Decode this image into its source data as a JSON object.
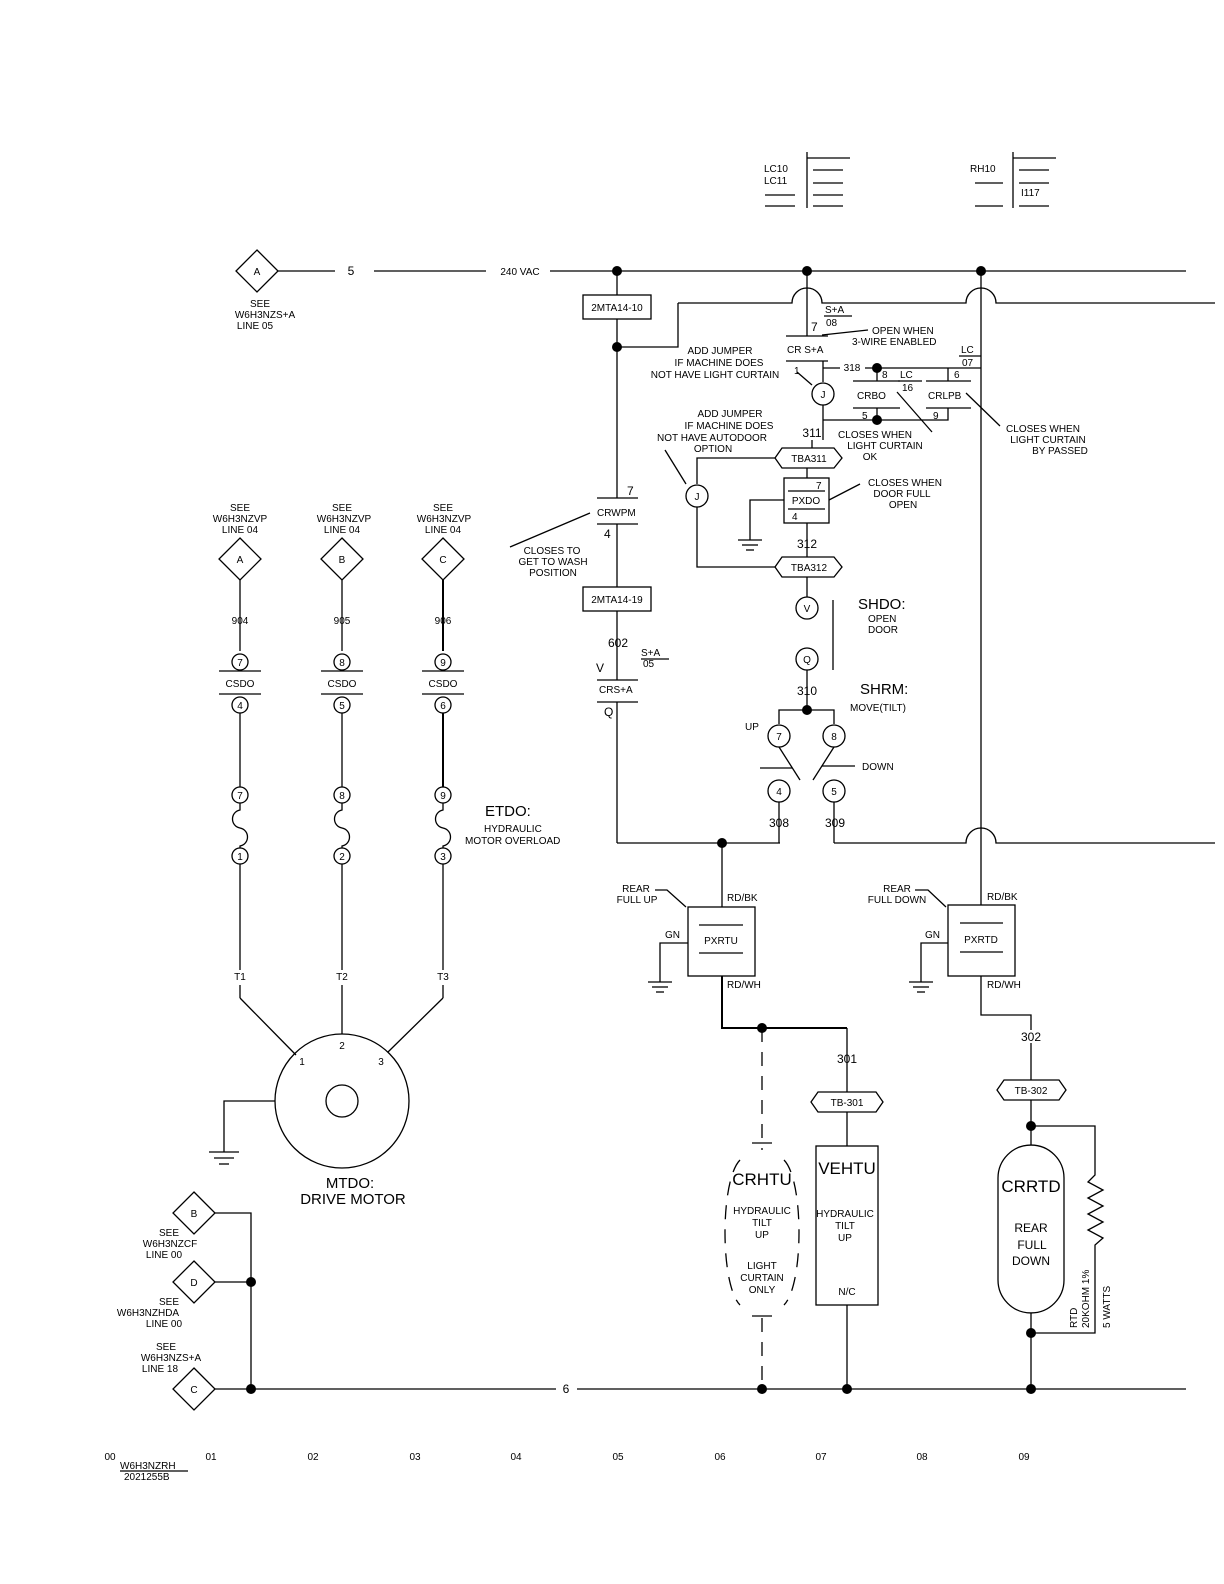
{
  "bus": {
    "top_offpage": "A",
    "top_wire": "5",
    "voltage": "240 VAC",
    "bottom_wire": "6"
  },
  "refs": {
    "ref_a_top": [
      "SEE",
      "W6H3NZS+A",
      "LINE 05"
    ],
    "ref_a_motor": [
      "SEE",
      "W6H3NZVP",
      "LINE 04"
    ],
    "ref_b_motor": [
      "SEE",
      "W6H3NZVP",
      "LINE 04"
    ],
    "ref_c_motor": [
      "SEE",
      "W6H3NZVP",
      "LINE 04"
    ],
    "ref_b_bottom": [
      "SEE",
      "W6H3NZCF",
      "LINE 00"
    ],
    "ref_d_bottom": [
      "SEE",
      "W6H3NZHDA",
      "LINE 00"
    ],
    "ref_c_bottom": [
      "SEE",
      "W6H3NZS+A",
      "LINE 18"
    ]
  },
  "offpage": {
    "a": "A",
    "b": "B",
    "c": "C",
    "d": "D"
  },
  "cross_tables": {
    "lc": [
      "LC10",
      "LC11"
    ],
    "rh": [
      "RH10",
      "I117"
    ]
  },
  "motor": {
    "wires": [
      "904",
      "905",
      "906"
    ],
    "csdo": {
      "label": "CSDO",
      "tops": [
        "7",
        "8",
        "9"
      ],
      "bottoms": [
        "4",
        "5",
        "6"
      ]
    },
    "overload_tops": [
      "7",
      "8",
      "9"
    ],
    "overload_bottoms": [
      "1",
      "2",
      "3"
    ],
    "etdo": "ETDO:",
    "etdo_desc": [
      "HYDRAULIC",
      "MOTOR OVERLOAD"
    ],
    "terminals": [
      "T1",
      "T2",
      "T3"
    ],
    "pins": [
      "1",
      "2",
      "3"
    ],
    "name": "MTDO:",
    "desc": "DRIVE MOTOR"
  },
  "col05": {
    "tb1": "2MTA14-10",
    "crwpm": "CRWPM",
    "crwpm_top": "7",
    "crwpm_bot": "4",
    "crwpm_note": [
      "CLOSES TO",
      "GET TO WASH",
      "POSITION"
    ],
    "tb2": "2MTA14-19",
    "wire_602": "602",
    "crs_label": "CRS+A",
    "crs_top": "V",
    "crs_bot": "Q",
    "crs_ref_num": "S+A",
    "crs_ref_den": "05"
  },
  "col07": {
    "top_ref_num": "S+A",
    "top_ref_den": "08",
    "top_contact_top": "7",
    "top_contact_label": "CR S+A",
    "top_contact_bot": "1",
    "top_note": [
      "OPEN WHEN",
      "3-WIRE ENABLED"
    ],
    "jumper1": [
      "ADD JUMPER",
      "IF MACHINE DOES",
      "NOT HAVE LIGHT CURTAIN"
    ],
    "jumper_letter": "J",
    "wire_318": "318",
    "crbo": "CRBO",
    "crbo_top": "8",
    "crbo_bot": "5",
    "lc_num": "LC",
    "lc_den": "16",
    "crlpb": "CRLPB",
    "crlpb_top": "6",
    "crlpb_bot": "9",
    "lc2_num": "LC",
    "lc2_den": "07",
    "crbo_note": [
      "CLOSES WHEN",
      "LIGHT CURTAIN",
      "OK"
    ],
    "crlpb_note": [
      "CLOSES WHEN",
      "LIGHT CURTAIN",
      "BY PASSED"
    ],
    "wire_311": "311",
    "jumper2": [
      "ADD JUMPER",
      "IF MACHINE DOES",
      "NOT HAVE AUTODOOR",
      "OPTION"
    ],
    "tba311": "TBA311",
    "pxdo": "PXDO",
    "pxdo_top": "7",
    "pxdo_bot": "4",
    "pxdo_note": [
      "CLOSES WHEN",
      "DOOR FULL",
      "OPEN"
    ],
    "wire_312": "312",
    "tba312": "TBA312",
    "shdo_v": "V",
    "shdo_q": "Q",
    "shdo": "SHDO:",
    "shdo_desc": [
      "OPEN",
      "DOOR"
    ],
    "wire_310": "310",
    "shrm": "SHRM:",
    "shrm_desc": "MOVE(TILT)",
    "up": "UP",
    "down": "DOWN",
    "sw_tops": [
      "7",
      "8"
    ],
    "sw_bots": [
      "4",
      "5"
    ],
    "wire_308": "308",
    "wire_309": "309"
  },
  "prox": {
    "left": {
      "name": "PXRTU",
      "note": [
        "REAR",
        "FULL UP"
      ],
      "top": "RD/BK",
      "bot": "RD/WH",
      "gn": "GN"
    },
    "right": {
      "name": "PXRTD",
      "note": [
        "REAR",
        "FULL DOWN"
      ],
      "top": "RD/BK",
      "bot": "RD/WH",
      "gn": "GN"
    }
  },
  "loads": {
    "crhtu": {
      "name": "CRHTU",
      "desc": [
        "HYDRAULIC",
        "TILT",
        "UP"
      ],
      "desc2": [
        "LIGHT",
        "CURTAIN",
        "ONLY"
      ]
    },
    "wire_301": "301",
    "tb301": "TB-301",
    "vehtu": {
      "name": "VEHTU",
      "desc": [
        "HYDRAULIC",
        "TILT",
        "UP"
      ],
      "nc": "N/C"
    },
    "wire_302": "302",
    "tb302": "TB-302",
    "crrtd": {
      "name": "CRRTD",
      "desc": [
        "REAR",
        "FULL",
        "DOWN"
      ]
    },
    "rtd": [
      "RTD",
      "20KOHM 1%",
      "5 WATTS"
    ]
  },
  "footer": {
    "line_numbers": [
      "00",
      "01",
      "02",
      "03",
      "04",
      "05",
      "06",
      "07",
      "08",
      "09"
    ],
    "drawing_id": "W6H3NZRH",
    "drawing_no": "2021255B"
  }
}
